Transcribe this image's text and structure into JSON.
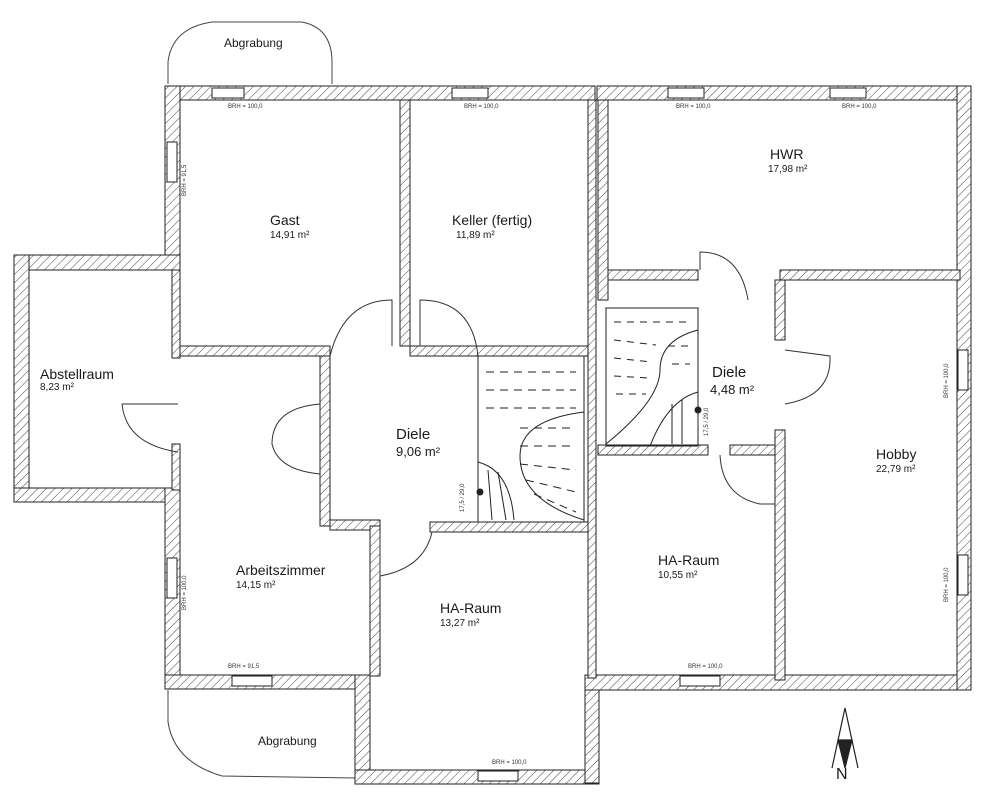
{
  "rooms": {
    "gast": {
      "name": "Gast",
      "area": "14,91 m²"
    },
    "keller": {
      "name": "Keller (fertig)",
      "area": "11,89 m²"
    },
    "hwr": {
      "name": "HWR",
      "area": "17,98 m²"
    },
    "abstellraum": {
      "name": "Abstellraum",
      "area": "8,23 m²"
    },
    "diele_left": {
      "name": "Diele",
      "area": "9,06 m²"
    },
    "diele_right": {
      "name": "Diele",
      "area": "4,48 m²"
    },
    "hobby": {
      "name": "Hobby",
      "area": "22,79 m²"
    },
    "arbeitszimmer": {
      "name": "Arbeitszimmer",
      "area": "14,15 m²"
    },
    "ha_raum_left": {
      "name": "HA-Raum",
      "area": "13,27 m²"
    },
    "ha_raum_right": {
      "name": "HA-Raum",
      "area": "10,55 m²"
    }
  },
  "exterior": {
    "abgrabung_top": "Abgrabung",
    "abgrabung_bottom": "Abgrabung"
  },
  "window_notes": {
    "gast_top": "BRH = 100,0",
    "keller_top": "BRH = 100,0",
    "hwr_top_left": "BRH = 100,0",
    "hwr_top_right": "BRH = 100,0",
    "gast_left": "BRH = 91,5",
    "arbeits_left": "BRH = 100,0",
    "arbeits_bottom": "BRH = 91,5",
    "ha_left_bottom": "BRH = 100,0",
    "ha_right_bottom": "BRH = 100,0",
    "hobby_right_top": "BRH = 100,0",
    "hobby_right_bottom": "BRH = 100,0"
  },
  "stair_notes": {
    "left": "17,5 / 29,0",
    "right": "17,5 / 29,0"
  },
  "compass": {
    "label": "N"
  }
}
